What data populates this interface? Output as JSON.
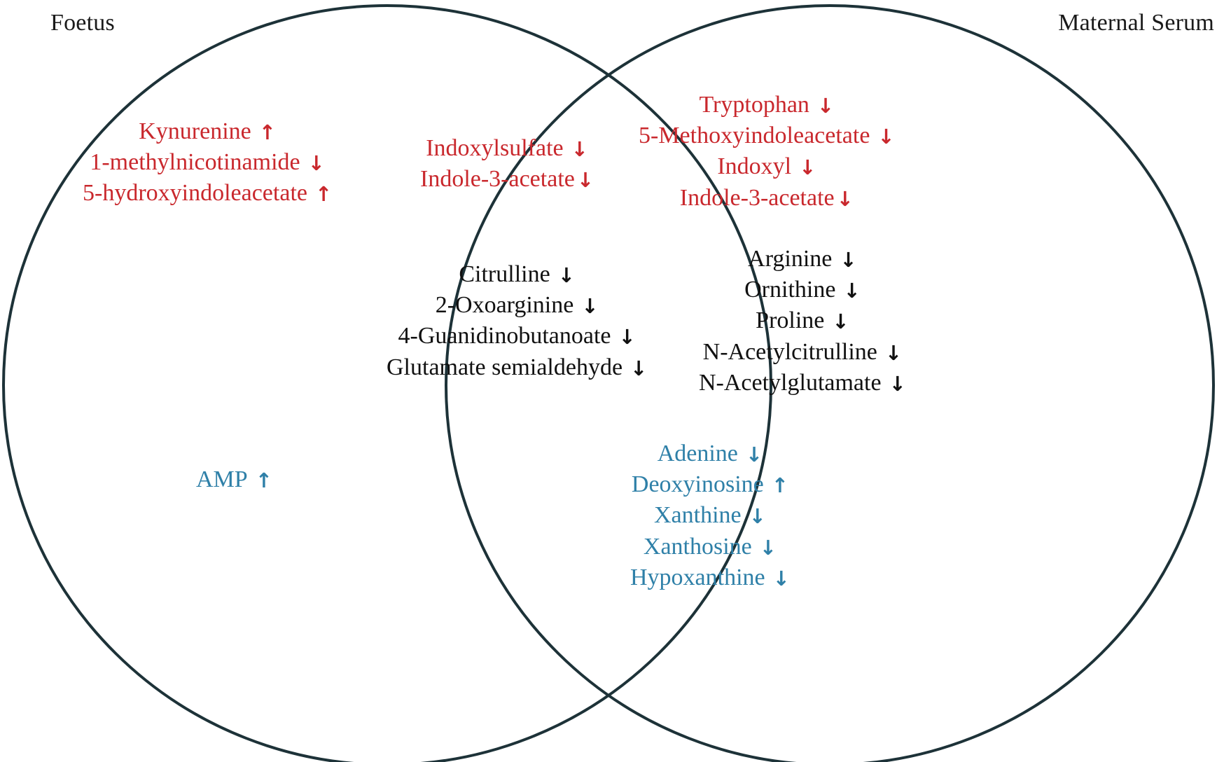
{
  "figure": {
    "type": "venn-diagram",
    "sets": [
      "Foetus",
      "Maternal Serum"
    ],
    "arrow_up": "↑",
    "arrow_down": "↓",
    "colors": {
      "red": "#c9282d",
      "black": "#111111",
      "blue": "#2f80a8",
      "circle_stroke": "#1d3238",
      "background": "#ffffff"
    }
  },
  "titles": {
    "left": "Foetus",
    "right": "Maternal Serum"
  },
  "foetus_only": {
    "red": [
      {
        "name": "Kynurenine",
        "arrow": "↑"
      },
      {
        "name": "1-methylnicotinamide",
        "arrow": "↓"
      },
      {
        "name": "5-hydroxyindoleacetate",
        "arrow": "↑"
      }
    ],
    "blue": [
      {
        "name": "AMP",
        "arrow": "↑"
      }
    ]
  },
  "intersection": {
    "red": [
      {
        "name": "Indoxylsulfate",
        "arrow": "↓"
      },
      {
        "name": "Indole-3-acetate",
        "arrow": "↓"
      }
    ],
    "black": [
      {
        "name": "Citrulline",
        "arrow": "↓"
      },
      {
        "name": "2-Oxoarginine",
        "arrow": "↓"
      },
      {
        "name": "4-Guanidinobutanoate",
        "arrow": "↓"
      },
      {
        "name": "Glutamate semialdehyde",
        "arrow": "↓"
      }
    ]
  },
  "maternal_only": {
    "red": [
      {
        "name": "Tryptophan",
        "arrow": "↓"
      },
      {
        "name": "5-Methoxyindoleacetate",
        "arrow": "↓"
      },
      {
        "name": "Indoxyl",
        "arrow": "↓"
      },
      {
        "name": "Indole-3-acetate",
        "arrow": "↓"
      }
    ],
    "black": [
      {
        "name": "Arginine",
        "arrow": "↓"
      },
      {
        "name": "Ornithine",
        "arrow": "↓"
      },
      {
        "name": "Proline",
        "arrow": "↓"
      },
      {
        "name": "N-Acetylcitrulline",
        "arrow": "↓"
      },
      {
        "name": "N-Acetylglutamate",
        "arrow": "↓"
      }
    ],
    "blue": [
      {
        "name": "Adenine",
        "arrow": "↓"
      },
      {
        "name": "Deoxyinosine",
        "arrow": "↑"
      },
      {
        "name": "Xanthine",
        "arrow": "↓"
      },
      {
        "name": "Xanthosine",
        "arrow": "↓"
      },
      {
        "name": "Hypoxanthine",
        "arrow": "↓"
      }
    ]
  }
}
